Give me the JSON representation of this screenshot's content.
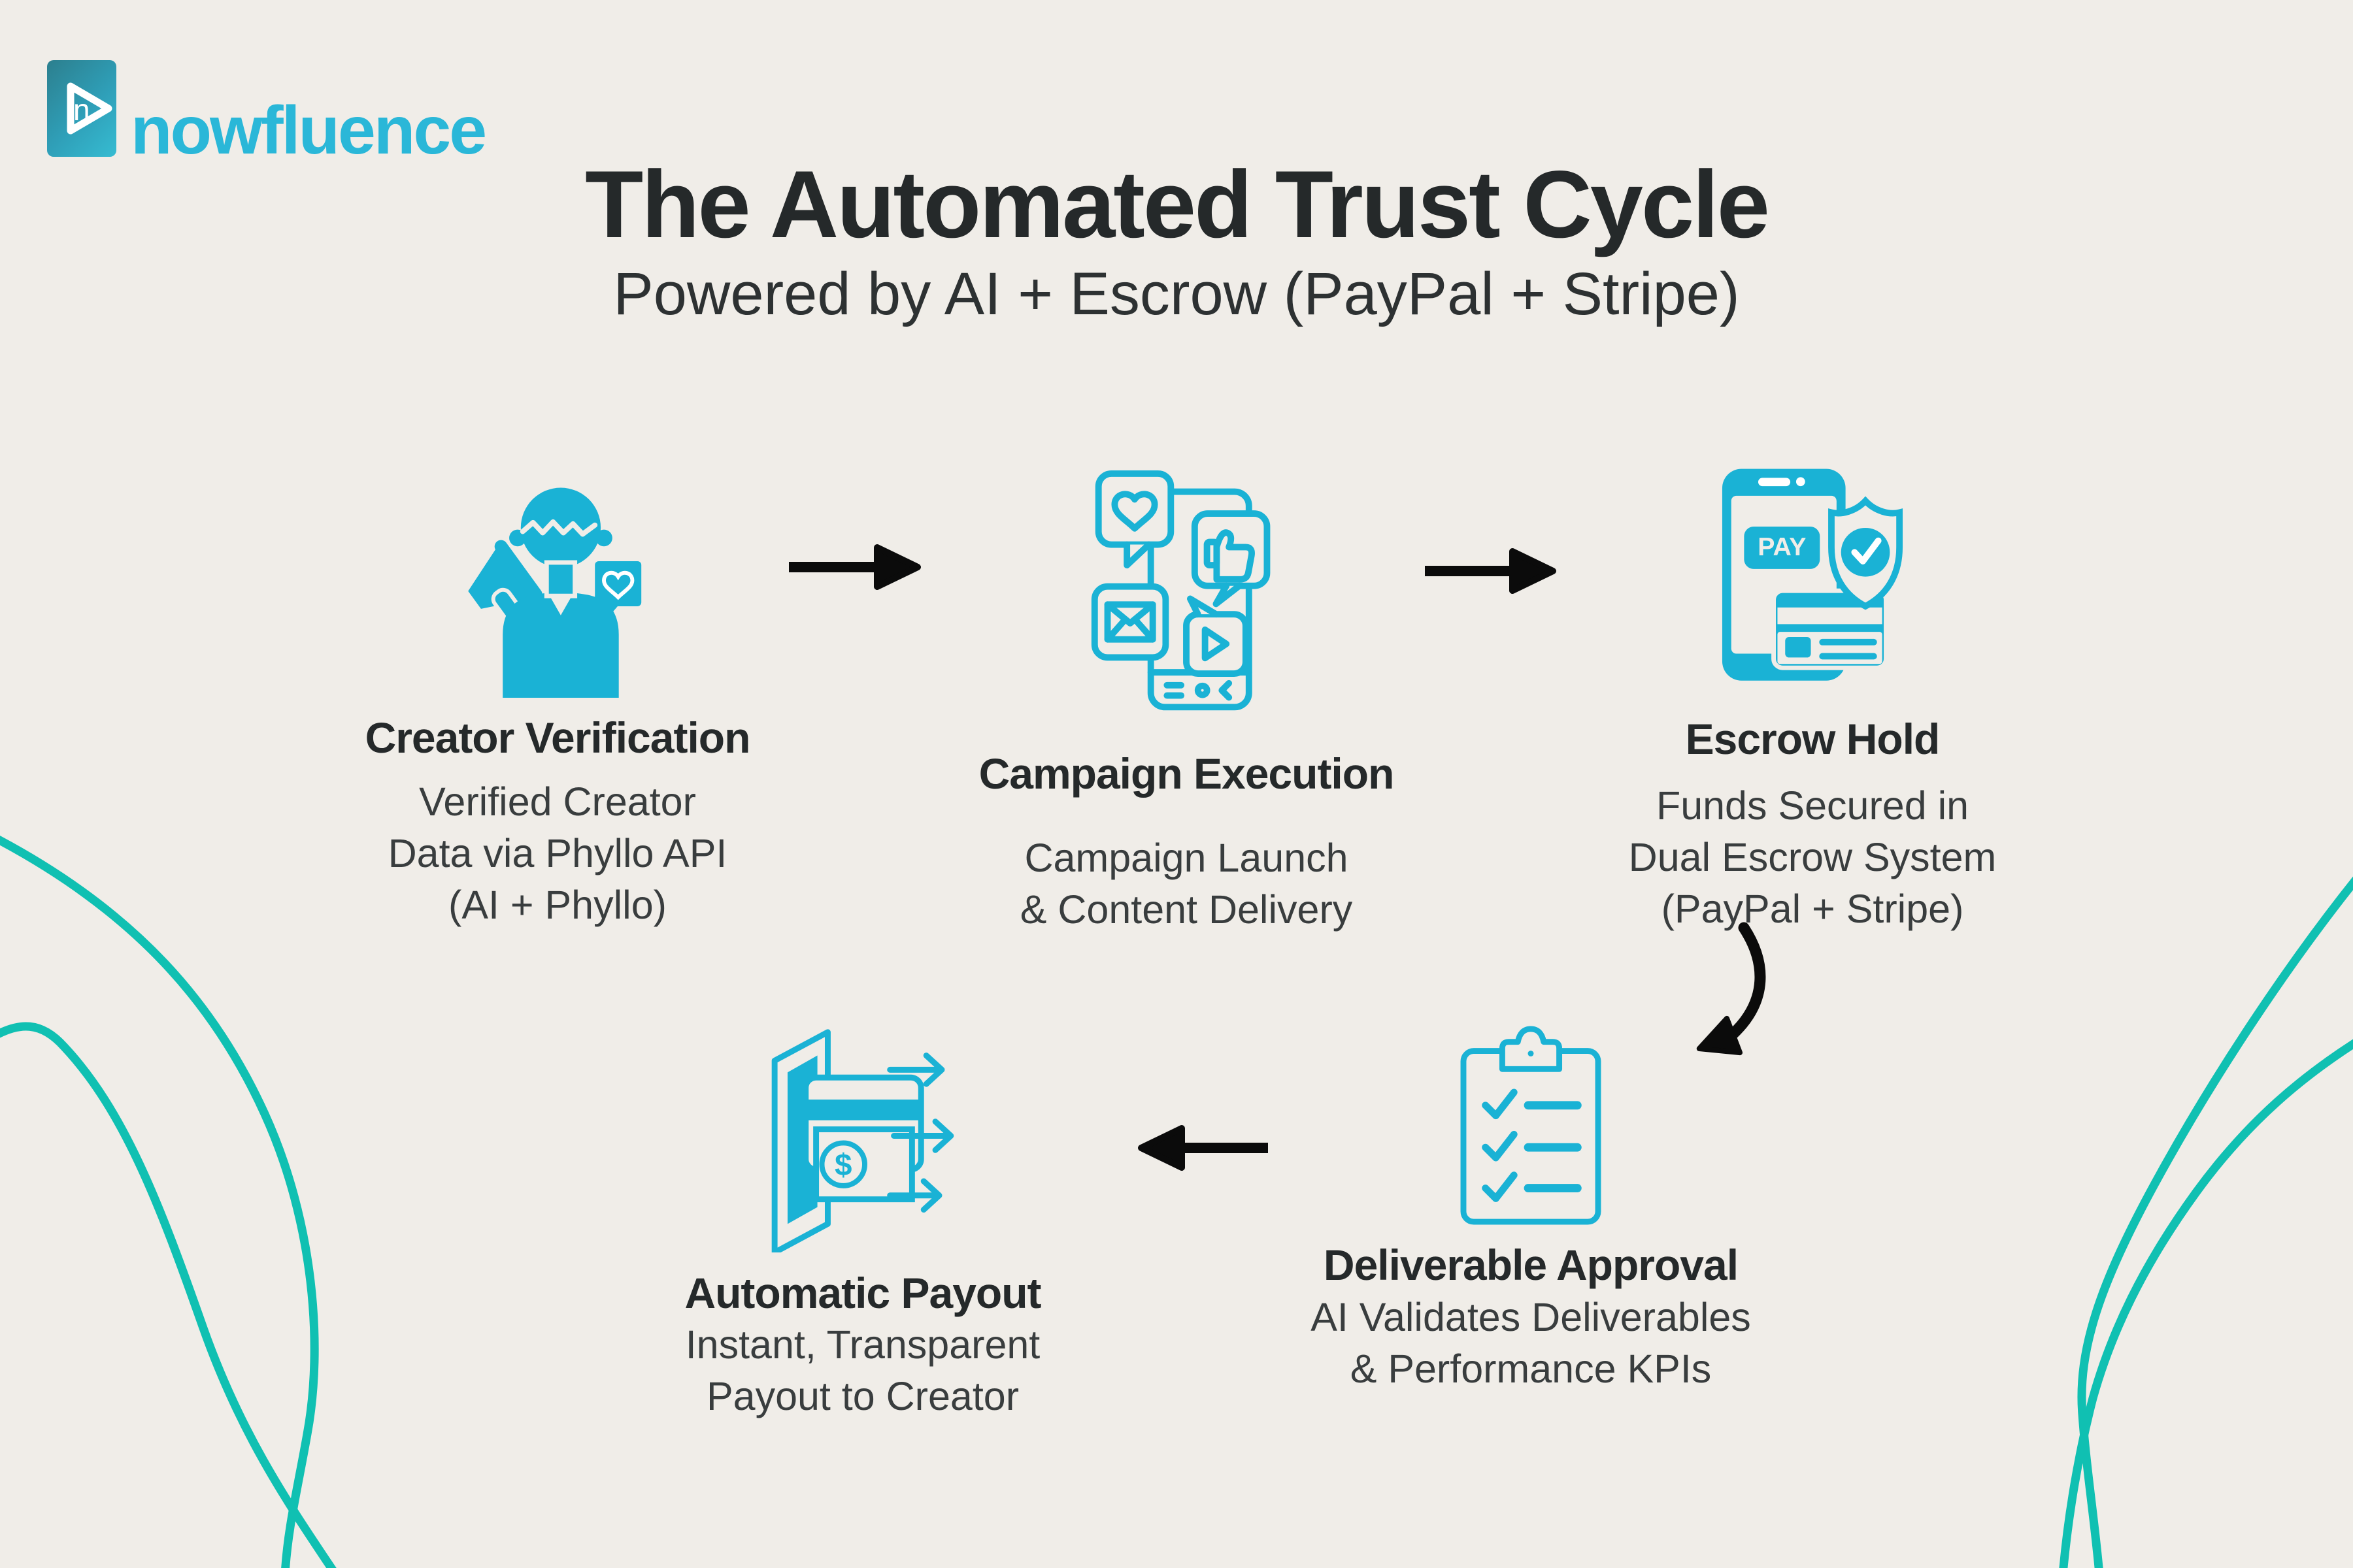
{
  "colors": {
    "background": "#f0ede8",
    "accent_cyan": "#1ab2d5",
    "wordmark_cyan": "#2ab7d8",
    "squiggle_teal": "#10c0b2",
    "title_dark": "#25292a",
    "body_gray": "#393d3e",
    "arrow_black": "#0b0b0b"
  },
  "brand": {
    "wordmark": "nowfluence",
    "mark_letter": "n"
  },
  "header": {
    "title": "The Automated Trust Cycle",
    "subtitle": "Powered by AI + Escrow (PayPal + Stripe)"
  },
  "steps": [
    {
      "title": "Creator Verification",
      "body": "Verified Creator\nData via Phyllo API\n(AI + Phyllo)",
      "icon": "creator-megaphone-icon"
    },
    {
      "title": "Campaign Execution",
      "body": "Campaign Launch\n& Content Delivery",
      "icon": "phone-social-bubbles-icon"
    },
    {
      "title": "Escrow Hold",
      "body": "Funds Secured in\nDual Escrow System\n(PayPal + Stripe)",
      "icon": "pay-phone-shield-icon",
      "icon_label": "PAY"
    },
    {
      "title": "Deliverable Approval",
      "body": "AI Validates Deliverables\n& Performance KPIs",
      "icon": "clipboard-checklist-icon"
    },
    {
      "title": "Automatic Payout",
      "body": "Instant, Transparent\nPayout to Creator",
      "icon": "payout-dispenser-icon",
      "icon_currency": "$"
    }
  ]
}
